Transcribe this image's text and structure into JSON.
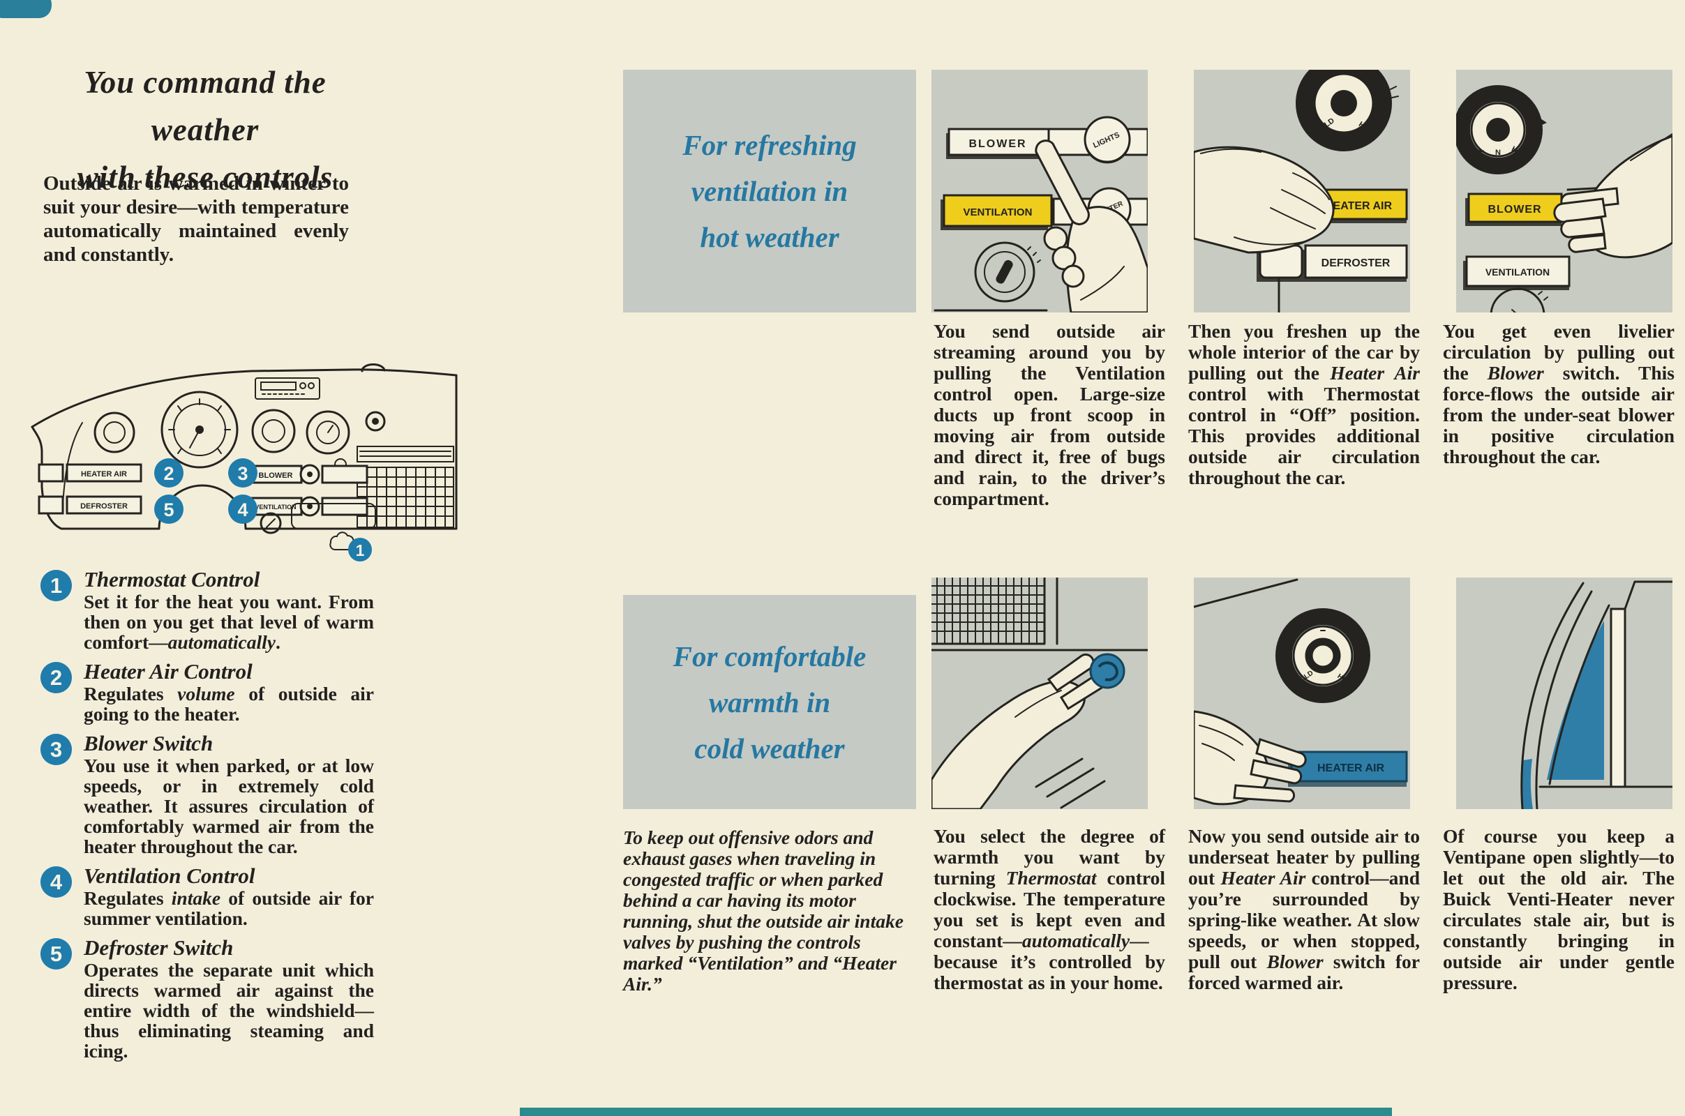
{
  "page": {
    "title_line1": "You command the weather",
    "title_line2": "with these controls",
    "intro": "Outside air is warmed in winter to suit your desire—with temperature automatically maintained evenly and constantly."
  },
  "controls": [
    {
      "num": "1",
      "name": "Thermostat Control",
      "desc": "Set it for the heat you want. From then on you get that level of warm comfort—*automatically*."
    },
    {
      "num": "2",
      "name": "Heater Air Control",
      "desc": "Regulates *volume* of outside air going to the heater."
    },
    {
      "num": "3",
      "name": "Blower Switch",
      "desc": "You use it when parked, or at low speeds, or in extremely cold weather. It assures circulation of comfortably warmed air from the heater throughout the car."
    },
    {
      "num": "4",
      "name": "Ventilation Control",
      "desc": "Regulates *intake* of outside air for summer ventilation."
    },
    {
      "num": "5",
      "name": "Defroster Switch",
      "desc": "Operates the separate unit which directs warmed air against the entire width of the windshield—thus eliminating steaming and icing."
    }
  ],
  "hot": {
    "heading_lines": [
      "For refreshing",
      "ventilation in",
      "hot weather"
    ],
    "captions": [
      "You send outside air streaming around you by pulling the Ventilation control open. Large-size ducts up front scoop in moving air from outside and direct it, free of bugs and rain, to the driver’s compartment.",
      "Then you freshen up the whole interior of the car by pulling out the *Heater Air* control with Thermostat control in “Off” position. This provides additional outside air circulation throughout the car.",
      "You get even livelier circulation by pulling out the *Blower* switch. This force-flows the outside air from the under-seat blower in positive circulation throughout the car."
    ]
  },
  "cold": {
    "heading_lines": [
      "For comfortable",
      "warmth in",
      "cold weather"
    ],
    "note": "To keep out offensive odors and exhaust gases when traveling in congested traffic or when parked behind a car having its motor running, shut the outside air intake valves by pushing the controls marked “Ventilation” and “Heater Air.”",
    "captions": [
      "You select the degree of warmth you want by turning *Thermostat* control clockwise. The temperature you set is kept even and constant—*automatically*—because it’s controlled by thermostat as in your home.",
      "Now you send outside air to underseat heater by pulling out *Heater Air* control—and you’re surrounded by spring-like weather. At slow speeds, or when stopped, pull out *Blower* switch for forced warmed air.",
      "Of course you keep a Ventipane open slightly—to let out the old air. The Buick Venti-Heater never circulates stale air, but is constantly bringing in outside air under gentle pressure."
    ]
  },
  "labels": {
    "blower": "BLOWER",
    "lights": "LIGHTS",
    "ventilation": "VENTILATION",
    "lighter": "LIGHTER",
    "heater_air": "HEATER AIR",
    "defroster": "DEFROSTER",
    "cold": "COLD",
    "hot": "HOT",
    "l": "L",
    "n": "N",
    "h": "H"
  },
  "colors": {
    "paper": "#f3eeda",
    "panel_gray": "#c8cbc2",
    "accent_teal": "#1f7cab",
    "heading_teal": "#2578a2",
    "label_yellow": "#eecd1d",
    "label_blue": "#2f7ea7",
    "ink": "#24231f",
    "strip_teal": "#2c8b8d"
  }
}
